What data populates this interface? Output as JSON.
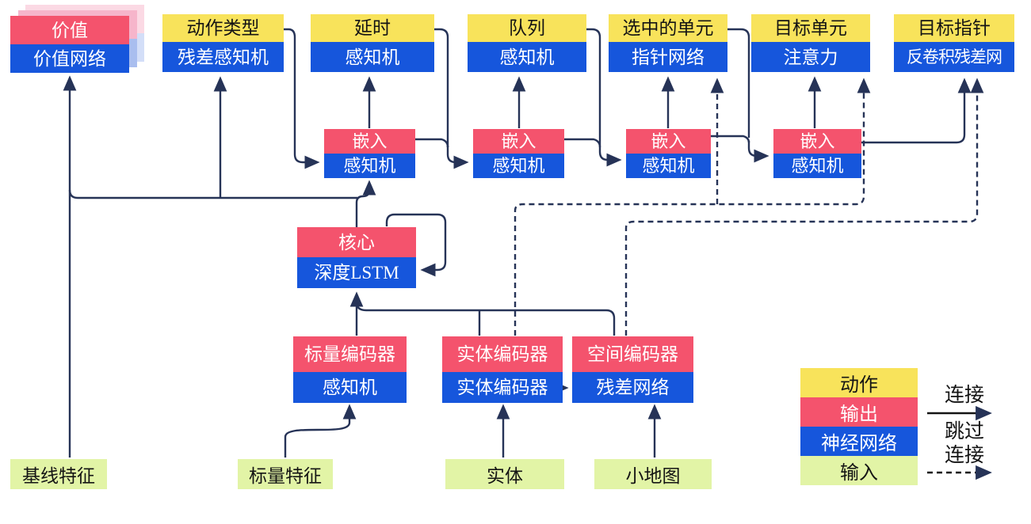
{
  "diagram": {
    "nodes": {
      "value": {
        "head": "价值",
        "body": "价值网络"
      },
      "action_type": {
        "head": "动作类型",
        "body": "残差感知机"
      },
      "delay": {
        "head": "延时",
        "body": "感知机"
      },
      "queue": {
        "head": "队列",
        "body": "感知机"
      },
      "selected_units": {
        "head": "选中的单元",
        "body": "指针网络"
      },
      "target_unit": {
        "head": "目标单元",
        "body": "注意力"
      },
      "target_pointer": {
        "head": "目标指针",
        "body": "反卷积残差网"
      },
      "embed1": {
        "head": "嵌入",
        "body": "感知机"
      },
      "embed2": {
        "head": "嵌入",
        "body": "感知机"
      },
      "embed3": {
        "head": "嵌入",
        "body": "感知机"
      },
      "embed4": {
        "head": "嵌入",
        "body": "感知机"
      },
      "core": {
        "head": "核心",
        "body": "深度LSTM"
      },
      "scalar_encoder": {
        "head": "标量编码器",
        "body": "感知机"
      },
      "entity_encoder": {
        "head": "实体编码器",
        "body": "实体编码器"
      },
      "spatial_encoder": {
        "head": "空间编码器",
        "body": "残差网络"
      },
      "baseline_features": {
        "label": "基线特征"
      },
      "scalar_features": {
        "label": "标量特征"
      },
      "entities": {
        "label": "实体"
      },
      "minimap": {
        "label": "小地图"
      }
    },
    "legend": {
      "items": [
        {
          "label": "动作",
          "color": "#F8E35B"
        },
        {
          "label": "输出",
          "color": "#F4536D"
        },
        {
          "label": "神经网络",
          "color": "#1656DC"
        },
        {
          "label": "输入",
          "color": "#E2F4A6"
        }
      ],
      "solid_arrow_label": "连接",
      "dashed_arrow_label_line1": "跳过",
      "dashed_arrow_label_line2": "连接"
    },
    "colors": {
      "action": "#F8E35B",
      "output": "#F4536D",
      "network": "#1656DC",
      "input": "#E2F4A6",
      "line": "#263357"
    }
  }
}
